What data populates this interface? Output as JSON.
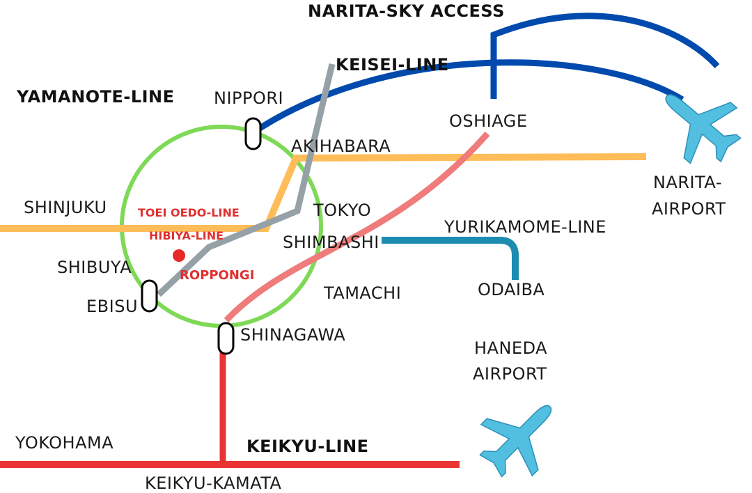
{
  "lines": {
    "narita_sky_access": "NARITA-SKY ACCESS",
    "keisei": "KEISEI-LINE",
    "yamanote": "YAMANOTE-LINE",
    "yurikamome": "YURIKAMOME-LINE",
    "keikyu": "KEIKYU-LINE",
    "toei_oedo": "TOEI OEDO-LINE",
    "hibiya": "HIBIYA-LINE"
  },
  "stations": {
    "nippori": "NIPPORI",
    "oshiage": "OSHIAGE",
    "akihabara": "AKIHABARA",
    "shinjuku": "SHINJUKU",
    "tokyo": "TOKYO",
    "shimbashi": "SHIMBASHI",
    "shibuya": "SHIBUYA",
    "ebisu": "EBISU",
    "roppongi": "ROPPONGI",
    "tamachi": "TAMACHI",
    "odaiba": "ODAIBA",
    "shinagawa": "SHINAGAWA",
    "yokohama": "YOKOHAMA",
    "keikyu_kamata": "KEIKYU-KAMATA"
  },
  "airports": {
    "narita_line1": "NARITA-",
    "narita_line2": "AIRPORT",
    "haneda_line1": "HANEDA",
    "haneda_line2": "AIRPORT"
  },
  "icons": {
    "narita": "airplane-icon",
    "haneda": "airplane-icon"
  },
  "colors": {
    "yamanote": "#7ed957",
    "chuo_orange": "#ffbd59",
    "keisei_blue": "#004aad",
    "gray_line": "#95a1a7",
    "pink_line": "#ef7b7b",
    "yurikamome": "#1c8cb1",
    "keikyu_red": "#ea3434",
    "roppongi_dot": "#e82828",
    "airplane": "#52bfe0"
  }
}
